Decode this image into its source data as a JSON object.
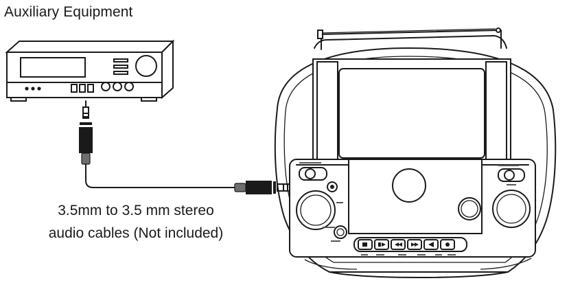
{
  "diagram": {
    "title": "Auxiliary Equipment",
    "cable_caption_line1": "3.5mm to 3.5 mm stereo",
    "cable_caption_line2": "audio cables (Not included)"
  },
  "colors": {
    "line": "#1a1a1a",
    "background": "#ffffff",
    "cable_gray": "#6e6e6e"
  },
  "icons": [
    "receiver-icon",
    "audio-jack-icon",
    "boombox-icon"
  ]
}
